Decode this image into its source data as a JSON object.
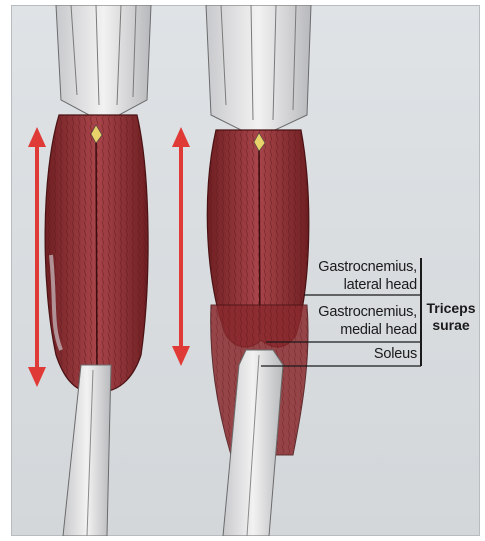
{
  "image": {
    "subject": "posterior-leg-muscle-illustration",
    "arrow_color": "#e03a36",
    "muscle_color": "#8e2b2b",
    "background_color": "#d9dde0"
  },
  "labels": {
    "gastrocnemius_lateral": [
      "Gastrocnemius,",
      "lateral head"
    ],
    "gastrocnemius_medial": [
      "Gastrocnemius,",
      "medial head"
    ],
    "soleus": "Soleus",
    "group": [
      "Triceps",
      "surae"
    ]
  }
}
